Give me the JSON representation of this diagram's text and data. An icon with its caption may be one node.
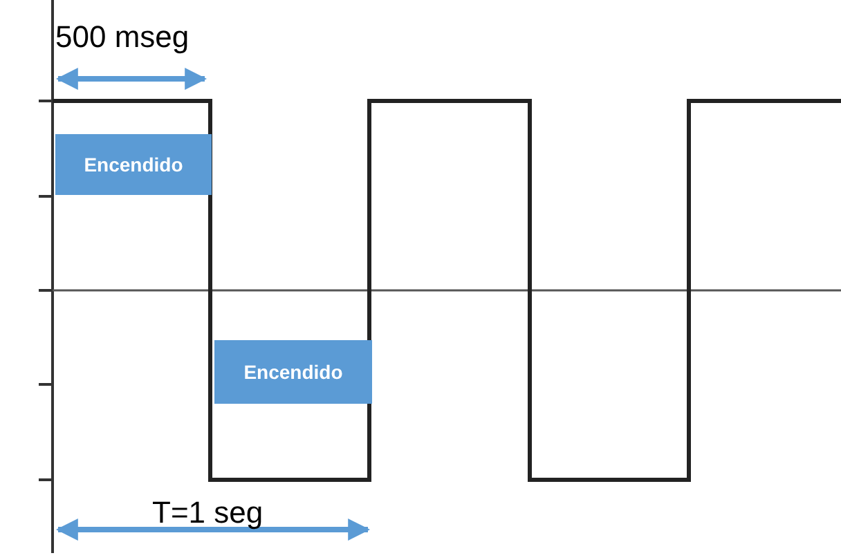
{
  "diagram": {
    "nodes": [
      {
        "text": [
          "Encendido"
        ]
      },
      {
        "text": [
          "Encendido"
        ]
      }
    ],
    "labels": [
      "500 mseg",
      "T=1 seg"
    ]
  }
}
